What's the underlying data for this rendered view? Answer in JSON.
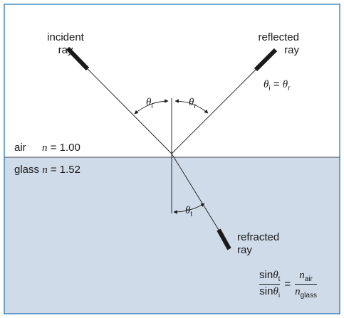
{
  "colors": {
    "glass_fill": "#cfdbe9",
    "border": "#1a6fb5",
    "line": "#1a1a1a"
  },
  "labels": {
    "incident": [
      "incident",
      "ray"
    ],
    "reflected": [
      "reflected",
      "ray"
    ],
    "refracted": [
      "refracted",
      "ray"
    ],
    "air": "air",
    "glass": "glass",
    "n_symbol": "n",
    "n_air": "= 1.00",
    "n_glass": "= 1.52",
    "theta": "θ",
    "sub_i": "i",
    "sub_r": "r",
    "sub_t": "t",
    "equals": "=",
    "sin": "sin",
    "sub_air": "air",
    "sub_glass": "glass"
  }
}
